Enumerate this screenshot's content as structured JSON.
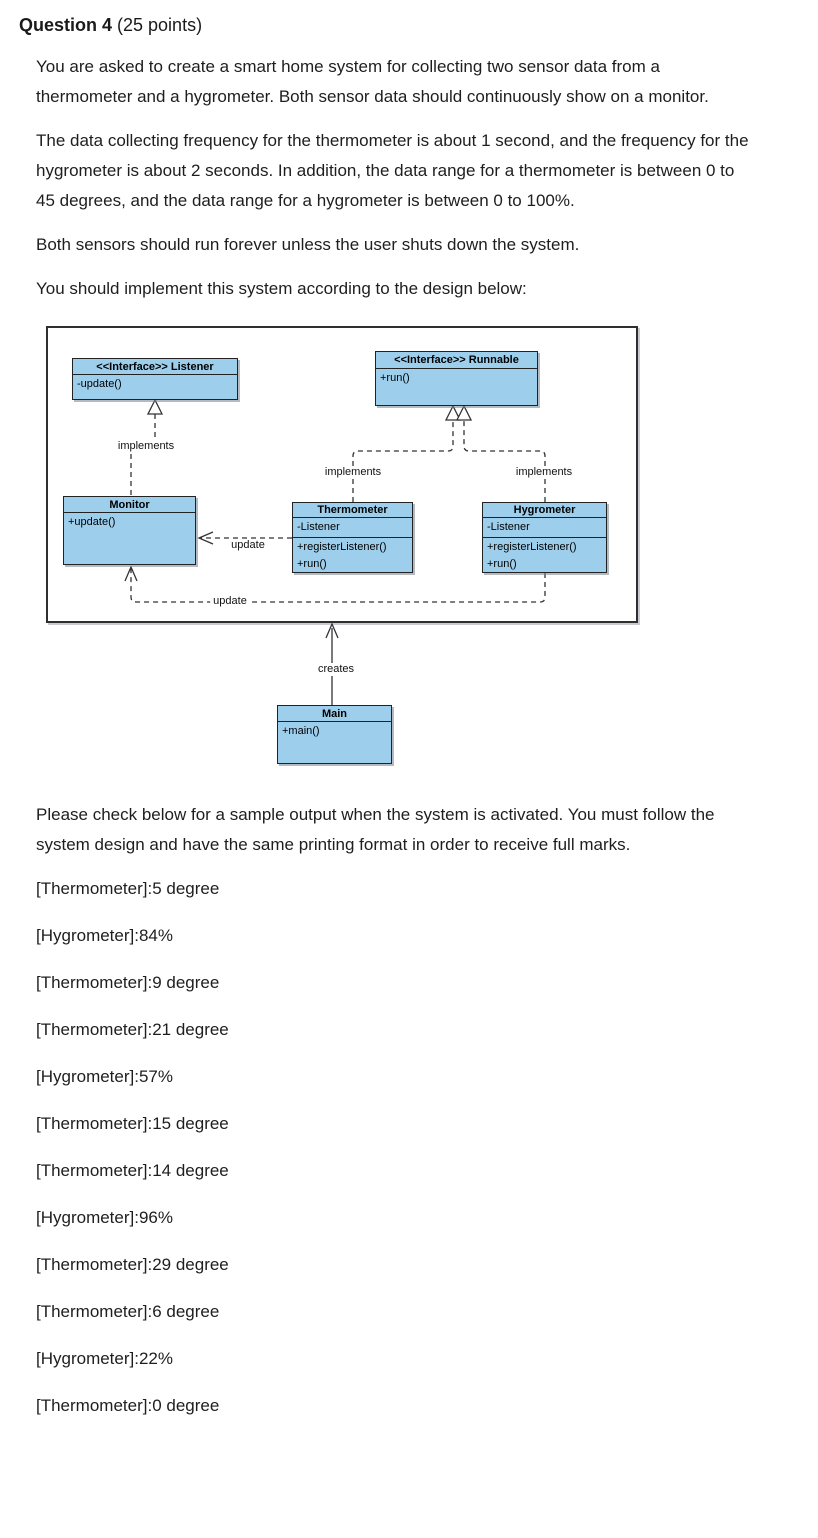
{
  "page": {
    "title_bold": "Question 4",
    "title_rest": " (25 points)",
    "paragraphs": [
      "You are asked to create a smart home system for collecting two sensor data from a thermometer and a hygrometer. Both sensor data should continuously show on a monitor.",
      "The data collecting frequency for the thermometer is about 1 second, and the frequency for the hygrometer is about 2 seconds. In addition, the data range for a thermometer is between 0 to 45 degrees, and the data range for a hygrometer is between 0 to 100%.",
      "Both sensors should run forever unless the user shuts down the system.",
      "You should implement this system according to the design below:"
    ],
    "after_diagram_paragraph": "Please check below for a sample output when the system is activated. You must follow the system design and have the same printing format in order to receive full marks.",
    "sample_output": [
      "[Thermometer]:5 degree",
      "[Hygrometer]:84%",
      "[Thermometer]:9 degree",
      "[Thermometer]:21 degree",
      "[Hygrometer]:57%",
      "[Thermometer]:15 degree",
      "[Thermometer]:14 degree",
      "[Hygrometer]:96%",
      "[Thermometer]:29 degree",
      "[Thermometer]:6 degree",
      "[Hygrometer]:22%",
      "[Thermometer]:0 degree"
    ]
  },
  "diagram": {
    "classes": {
      "listener": {
        "title": "<<Interface>> Listener",
        "members": [
          "-update()"
        ]
      },
      "runnable": {
        "title": "<<Interface>> Runnable",
        "members": [
          "+run()"
        ]
      },
      "monitor": {
        "title": "Monitor",
        "members": [
          "+update()"
        ]
      },
      "thermometer": {
        "title": "Thermometer",
        "fields": [
          "-Listener"
        ],
        "methods": [
          "+registerListener()",
          "+run()"
        ]
      },
      "hygrometer": {
        "title": "Hygrometer",
        "fields": [
          "-Listener"
        ],
        "methods": [
          "+registerListener()",
          "+run()"
        ]
      },
      "main": {
        "title": "Main",
        "members": [
          "+main()"
        ]
      }
    },
    "labels": {
      "implements_listener": "implements",
      "implements_thermometer": "implements",
      "implements_hygrometer": "implements",
      "update_thermometer": "update",
      "update_hygrometer": "update",
      "creates": "creates"
    },
    "colors": {
      "class_fill": "#9dcfed",
      "class_border": "#222222",
      "frame_border": "#2f2f2f"
    }
  }
}
